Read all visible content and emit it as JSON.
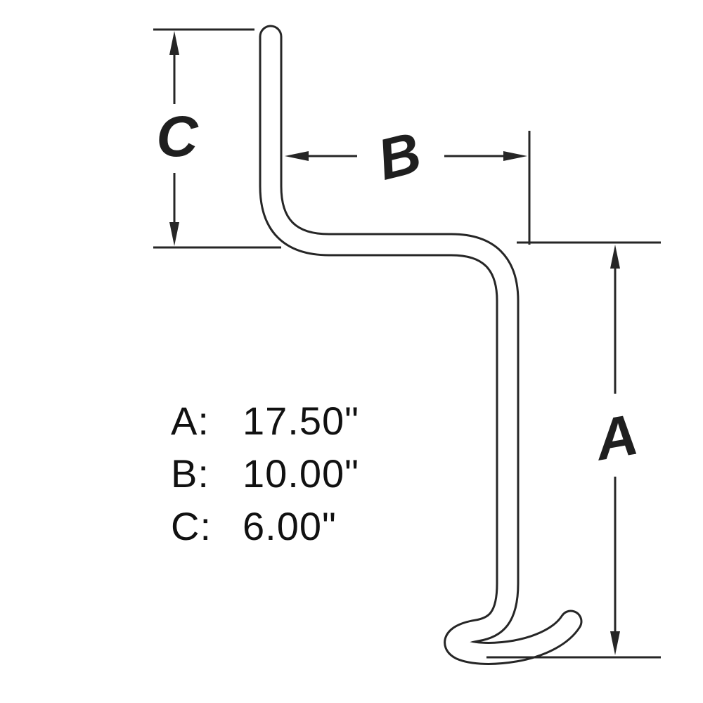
{
  "drawing": {
    "type": "technical-dimension-diagram",
    "part": "z-bend-hook-bracket",
    "dim_labels": {
      "a": "A",
      "b": "B",
      "c": "C"
    }
  },
  "dimensions": {
    "rows": [
      {
        "label": "A:",
        "value": "17.50\""
      },
      {
        "label": "B:",
        "value": "10.00\""
      },
      {
        "label": "C:",
        "value": "6.00\""
      }
    ]
  },
  "colors": {
    "line": "#262626",
    "background": "#ffffff"
  }
}
